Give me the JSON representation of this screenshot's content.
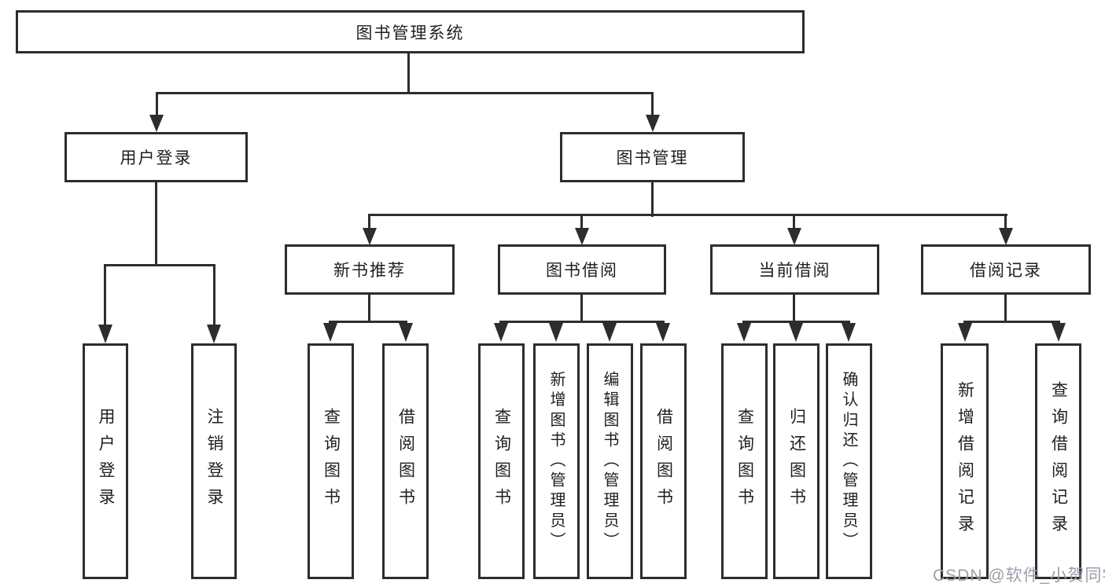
{
  "nodes": {
    "root": "图书管理系统",
    "level2": [
      "用户登录",
      "图书管理"
    ],
    "level3": [
      "新书推荐",
      "图书借阅",
      "当前借阅",
      "借阅记录"
    ],
    "groups": [
      {
        "leaves": [
          "用户登录",
          "注销登录"
        ]
      },
      {
        "leaves": [
          "查询图书",
          "借阅图书"
        ]
      },
      {
        "leaves": [
          "查询图书",
          "新增图书（管理员）",
          "编辑图书（管理员）",
          "借阅图书"
        ]
      },
      {
        "leaves": [
          "查询图书",
          "归还图书",
          "确认归还（管理员）"
        ]
      },
      {
        "leaves": [
          "新增借阅记录",
          "查询借阅记录"
        ]
      }
    ]
  },
  "watermark": "CSDN @软件_小贺同学",
  "colors": {
    "line": "#2d2d2d",
    "text": "#1f1f1f",
    "background": "#ffffff",
    "watermark": "#9d9dac"
  }
}
